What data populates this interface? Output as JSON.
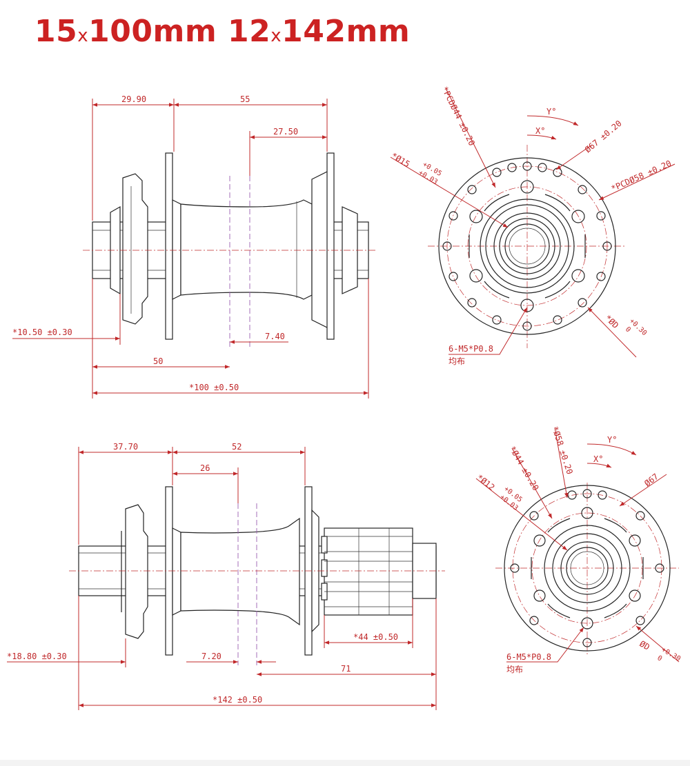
{
  "title": {
    "part1_a": "15",
    "x": "x",
    "part1_b": "100mm",
    "part2_a": "12",
    "part2_b": "142mm",
    "color": "#cc2222"
  },
  "front_side": {
    "dim_left_flange": "29.90",
    "dim_flange_spacing": "55",
    "dim_half": "27.50",
    "dim_axle_end": "*10.50 ±0.30",
    "dim_offset": "7.40",
    "dim_center": "50",
    "dim_total": "*100 ±0.50"
  },
  "front_face": {
    "pcd44": "*PCDØ44 ±0.20",
    "bore": "*Ø15",
    "bore_tol_top": "+0.05",
    "bore_tol_bottom": "+0.03",
    "y_angle": "Y°",
    "x_angle": "X°",
    "dia67": "Ø67 ±0.20",
    "pcd58": "*PCDØ58 ±0.20",
    "dia_d": "*ØD",
    "dia_d_tol_top": "+0.30",
    "dia_d_tol_bottom": "0",
    "thread": "6-M5*P0.8",
    "thread_note": "均布"
  },
  "rear_side": {
    "dim_left_flange": "37.70",
    "dim_flange_spacing": "52",
    "dim_half": "26",
    "dim_axle_end": "*18.80 ±0.30",
    "dim_offset": "7.20",
    "dim_cassette": "*44 ±0.50",
    "dim_right": "71",
    "dim_total": "*142 ±0.50"
  },
  "rear_face": {
    "dia58": "*Ø58 ±0.20",
    "dia44": "*Ø44 ±0.20",
    "bore": "*Ø12",
    "bore_tol_top": "+0.05",
    "bore_tol_bottom": "+0.03",
    "y_angle": "Y°",
    "x_angle": "X°",
    "dia67": "Ø67",
    "dia_d": "ØD",
    "dia_d_tol_top": "+0.30",
    "dia_d_tol_bottom": "0",
    "thread": "6-M5*P0.8",
    "thread_note": "均布"
  }
}
